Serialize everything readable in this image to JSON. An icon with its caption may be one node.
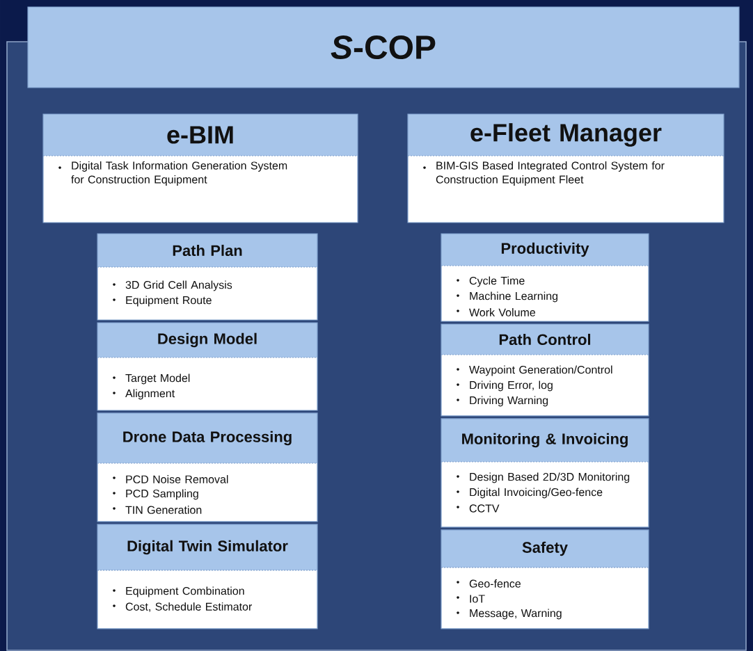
{
  "diagram": {
    "nodes": [
      {
        "text": [
          "*S*-COP"
        ]
      },
      {
        "text": [
          "e-BIM",
          "Digital Task Information Generation System for Construction Equipment"
        ]
      },
      {
        "text": [
          "e-Fleet Manager",
          "BIM-GIS Based Integrated Control System for Construction Equipment Fleet"
        ]
      },
      {
        "text": [
          "Path Plan",
          "3D Grid Cell Analysis",
          "Equipment Route"
        ]
      },
      {
        "text": [
          "Design Model",
          "Target Model",
          "Alignment"
        ]
      },
      {
        "text": [
          "Drone Data Processing",
          "PCD Noise Removal",
          "PCD Sampling",
          "TIN Generation"
        ]
      },
      {
        "text": [
          "Digital Twin Simulator",
          "Equipment Combination",
          "Cost, Schedule Estimator"
        ]
      },
      {
        "text": [
          "Productivity",
          "Cycle Time",
          "Machine Learning",
          "Work Volume"
        ]
      },
      {
        "text": [
          "Path Control",
          "Waypoint Generation/Control",
          "Driving Error, log",
          "Driving Warning"
        ]
      },
      {
        "text": [
          "Monitoring & Invoicing",
          "Design Based 2D/3D Monitoring",
          "Digital Invoicing/Geo-fence",
          "CCTV"
        ]
      },
      {
        "text": [
          "Safety",
          "Geo-fence",
          "IoT",
          "Message, Warning"
        ]
      }
    ]
  }
}
